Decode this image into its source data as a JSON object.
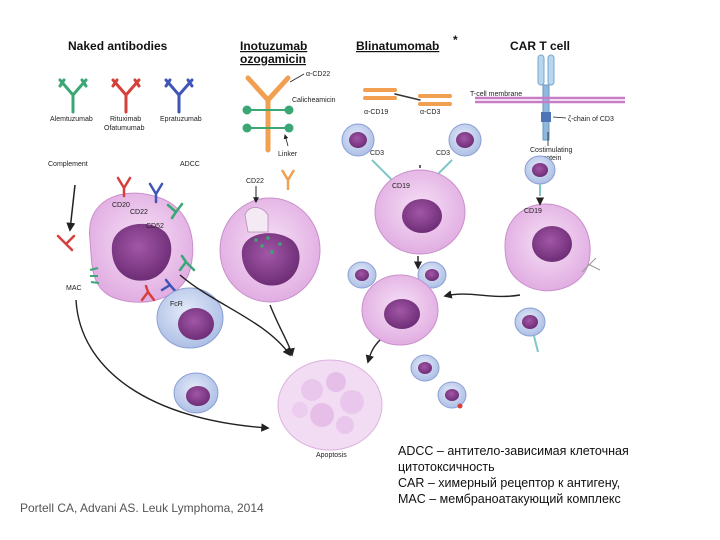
{
  "headers": {
    "naked": "Naked antibodies",
    "inotuzumab_line1": "Inotuzumab",
    "inotuzumab_line2": "ozogamicin",
    "blinatumomab": "Blinatumomab",
    "blina_mark": "*",
    "car": "CAR  T cell"
  },
  "labels": {
    "alemtuzumab": "Alemtuzumab",
    "rituximab": "Rituximab",
    "ofatumumab": "Ofatumumab",
    "epratuzumab": "Epratuzumab",
    "acd22": "α-CD22",
    "calicheamicin": "Calicheamicin",
    "linker": "Linker",
    "acd19": "α-CD19",
    "acd3": "α-CD3",
    "tcell_membrane": "T-cell membrane",
    "zeta_chain": "ζ-chain of CD3",
    "costim_line1": "Costimulating",
    "costim_line2": "protein",
    "complement": "Complement",
    "adcc": "ADCC",
    "cd20": "CD20",
    "cd22": "CD22",
    "cd52": "CD52",
    "cd22b": "CD22",
    "cd3a": "CD3",
    "cd3b": "CD3",
    "cd19a": "CD19",
    "cd19b": "CD19",
    "mac": "MAC",
    "fcr": "FcR",
    "apoptosis": "Apoptosis"
  },
  "citation": "Portell CA, Advani AS. Leuk Lymphoma, 2014",
  "legend": [
    "ADCC – антитело-зависимая клеточная",
    "цитотоксичность",
    "CAR – химерный рецептор к антигену,",
    "MAC – мембраноатакующий комплекс"
  ],
  "colors": {
    "green_ab": "#3aa775",
    "red_ab": "#d6403b",
    "blue_ab": "#3f56b8",
    "orange": "#f0a050",
    "cell_pink": "#ecc8ec",
    "nucleus": "#8a3f91",
    "tcell_blue": "#c7d3ee",
    "teal": "#7fc7c7"
  }
}
